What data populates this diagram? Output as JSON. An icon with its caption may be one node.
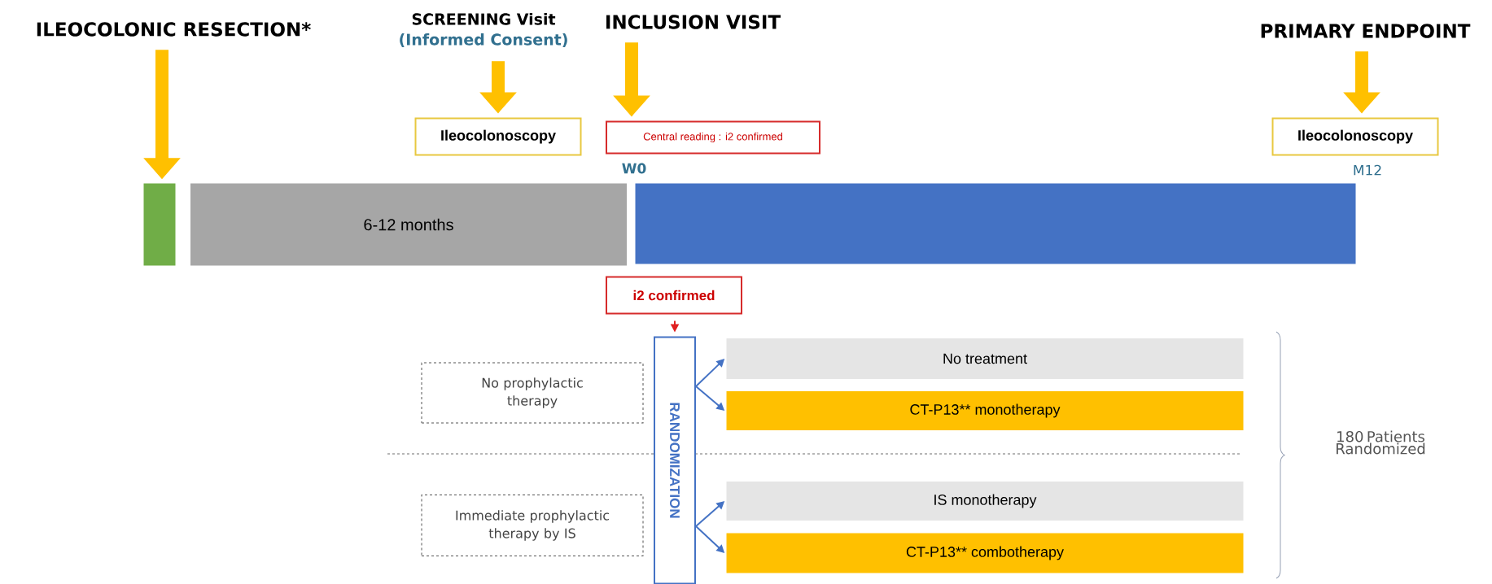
{
  "diagram": {
    "nodes": [
      {
        "text": [
          "ILEOCOLONIC RESECTION*"
        ]
      },
      {
        "text": [
          "SCREENING Visit",
          "(Informed Consent)"
        ]
      },
      {
        "text": [
          "INCLUSION VISIT"
        ]
      },
      {
        "text": [
          "PRIMARY ENDPOINT"
        ]
      },
      {
        "text": [
          "Ileocolonoscopy"
        ]
      },
      {
        "text": [
          "Central reading : i2 confirmed"
        ]
      },
      {
        "text": [
          "Ileocolonoscopy"
        ]
      },
      {
        "text": [],
        "shape": "bar"
      },
      {
        "text": [
          "6-12 months"
        ]
      },
      {
        "text": [],
        "shape": "bar"
      },
      {
        "text": [
          "i2 confirmed"
        ]
      },
      {
        "text": [
          "RANDOMIZATION"
        ]
      },
      {
        "text": [
          "No prophylactic therapy"
        ]
      },
      {
        "text": [
          "Immediate prophylactic therapy by IS"
        ]
      },
      {
        "text": [
          "No treatment"
        ]
      },
      {
        "text": [
          "CT-P13** monotherapy"
        ]
      },
      {
        "text": [
          "IS monotherapy"
        ]
      },
      {
        "text": [
          "CT-P13** combotherapy"
        ]
      }
    ],
    "edges": [
      {
        "from": 0,
        "to": 7,
        "arrow": "to",
        "style": "thick",
        "color": "#ffc000"
      },
      {
        "from": 1,
        "to": 4,
        "arrow": "to",
        "style": "thick",
        "color": "#ffc000"
      },
      {
        "from": 2,
        "to": 5,
        "arrow": "to",
        "style": "thick",
        "color": "#ffc000"
      },
      {
        "from": 3,
        "to": 6,
        "arrow": "to",
        "style": "thick",
        "color": "#ffc000"
      },
      {
        "from": 10,
        "to": 11,
        "arrow": "to",
        "color": "#e02020"
      },
      {
        "from": 11,
        "to": 14,
        "arrow": "to",
        "color": "#4472c4"
      },
      {
        "from": 11,
        "to": 15,
        "arrow": "to",
        "color": "#4472c4"
      },
      {
        "from": 11,
        "to": 16,
        "arrow": "to",
        "color": "#4472c4"
      },
      {
        "from": 11,
        "to": 17,
        "arrow": "to",
        "color": "#4472c4"
      }
    ],
    "labels": [
      "W0",
      "M12",
      "180 Patients Randomized"
    ]
  }
}
